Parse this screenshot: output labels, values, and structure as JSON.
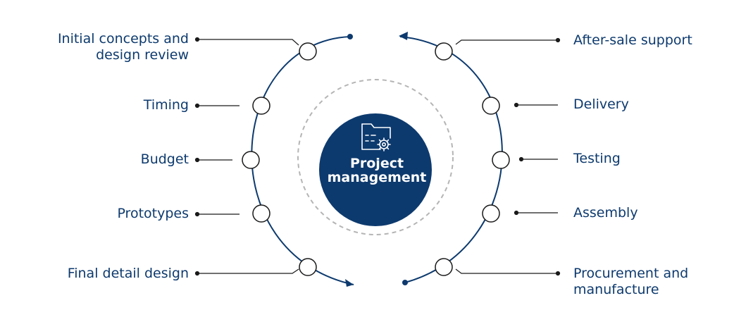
{
  "center": {
    "line1": "Project",
    "line2": "management",
    "icon": "folder-gear-icon"
  },
  "left_items": [
    {
      "line1": "Initial concepts and",
      "line2": "design review"
    },
    {
      "line1": "Timing"
    },
    {
      "line1": "Budget"
    },
    {
      "line1": "Prototypes"
    },
    {
      "line1": "Final detail design"
    }
  ],
  "right_items": [
    {
      "line1": "After-sale support"
    },
    {
      "line1": "Delivery"
    },
    {
      "line1": "Testing"
    },
    {
      "line1": "Assembly"
    },
    {
      "line1": "Procurement and",
      "line2": "manufacture"
    }
  ],
  "colors": {
    "primary": "#0d3a6e",
    "ring_dash": "#b5b5b5",
    "connector": "#1a1a1a"
  }
}
